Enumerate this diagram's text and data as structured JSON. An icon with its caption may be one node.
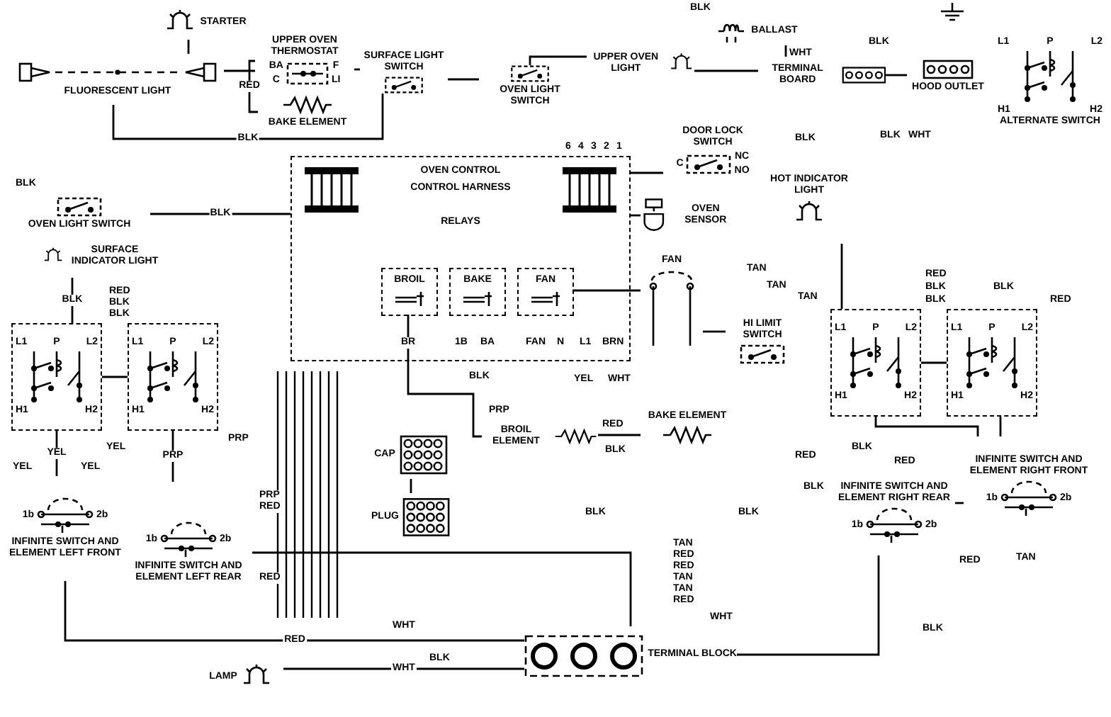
{
  "diagram": {
    "nodes": [
      {
        "text": [
          "FLUORESCENT LIGHT"
        ]
      },
      {
        "text": [
          "STARTER"
        ]
      },
      {
        "text": [
          "UPPER OVEN THERMOSTAT",
          "BA",
          "C",
          "F",
          "LI"
        ]
      },
      {
        "text": [
          "BAKE ELEMENT"
        ]
      },
      {
        "text": [
          "SURFACE LIGHT SWITCH"
        ]
      },
      {
        "text": [
          "OVEN LIGHT SWITCH"
        ]
      },
      {
        "text": [
          "UPPER OVEN LIGHT"
        ]
      },
      {
        "text": [
          "BALLAST"
        ]
      },
      {
        "text": [
          "TERMINAL BOARD"
        ]
      },
      {
        "text": [
          "HOOD OUTLET"
        ]
      },
      {
        "text": [
          "L1",
          "P",
          "L2",
          "H1",
          "H2",
          "ALTERNATE SWITCH"
        ]
      },
      {
        "text": [
          "OVEN CONTROL",
          "CONTROL HARNESS",
          "RELAYS"
        ]
      },
      {
        "text": [
          "BROIL"
        ],
        "in": 11
      },
      {
        "text": [
          "BAKE"
        ],
        "in": 11
      },
      {
        "text": [
          "FAN"
        ],
        "in": 11
      },
      {
        "text": [
          "DOOR LOCK SWITCH",
          "C",
          "NC",
          "NO"
        ]
      },
      {
        "text": [
          "OVEN SENSOR"
        ]
      },
      {
        "text": [
          "HOT INDICATOR LIGHT"
        ]
      },
      {
        "text": [
          "FAN"
        ]
      },
      {
        "text": [
          "HI LIMIT SWITCH"
        ]
      },
      {
        "text": [
          "OVEN LIGHT SWITCH"
        ]
      },
      {
        "text": [
          "SURFACE INDICATOR LIGHT"
        ]
      },
      {
        "text": [
          "L1",
          "P",
          "L2",
          "H1",
          "H2"
        ]
      },
      {
        "text": [
          "L1",
          "P",
          "L2",
          "H1",
          "H2"
        ]
      },
      {
        "text": [
          "L1",
          "P",
          "L2",
          "H1",
          "H2"
        ]
      },
      {
        "text": [
          "L1",
          "P",
          "L2",
          "H1",
          "H2"
        ]
      },
      {
        "text": [
          "BROIL ELEMENT"
        ]
      },
      {
        "text": [
          "BAKE ELEMENT"
        ]
      },
      {
        "text": [
          "CAP"
        ]
      },
      {
        "text": [
          "PLUG"
        ]
      },
      {
        "text": [
          "1b",
          "2b",
          "INFINITE SWITCH AND ELEMENT LEFT FRONT"
        ]
      },
      {
        "text": [
          "1b",
          "2b",
          "INFINITE SWITCH AND ELEMENT LEFT REAR"
        ]
      },
      {
        "text": [
          "INFINITE SWITCH AND ELEMENT RIGHT REAR",
          "1b",
          "2b"
        ]
      },
      {
        "text": [
          "INFINITE SWITCH AND ELEMENT RIGHT FRONT",
          "1b",
          "2b"
        ]
      },
      {
        "text": [
          "TERMINAL BLOCK"
        ]
      },
      {
        "text": [
          "LAMP"
        ]
      }
    ],
    "edges": [
      {
        "from": 0,
        "to": 1,
        "arrow": "none"
      },
      {
        "from": 0,
        "to": 2,
        "arrow": "none"
      },
      {
        "from": 2,
        "to": 4,
        "arrow": "none"
      },
      {
        "from": 4,
        "to": 5,
        "arrow": "none"
      },
      {
        "from": 5,
        "to": 6,
        "arrow": "none"
      },
      {
        "from": 6,
        "to": 8,
        "arrow": "none"
      },
      {
        "from": 7,
        "to": 8,
        "arrow": "none"
      },
      {
        "from": 8,
        "to": 9,
        "arrow": "none"
      },
      {
        "from": 0,
        "to": 4,
        "arrow": "none",
        "label": "BLK"
      },
      {
        "from": 2,
        "to": 3,
        "arrow": "none",
        "label": "RED"
      },
      {
        "from": 20,
        "to": 11,
        "arrow": "none",
        "label": "BLK"
      },
      {
        "from": 21,
        "to": 22,
        "arrow": "none",
        "label": "BLK"
      },
      {
        "from": 22,
        "to": 23,
        "arrow": "none"
      },
      {
        "from": 22,
        "to": 30,
        "arrow": "none",
        "label": "YEL"
      },
      {
        "from": 23,
        "to": 31,
        "arrow": "none",
        "label": "PRP"
      },
      {
        "from": 12,
        "to": 26,
        "arrow": "none"
      },
      {
        "from": 26,
        "to": 27,
        "arrow": "none"
      },
      {
        "from": 18,
        "to": 14,
        "arrow": "none"
      },
      {
        "from": 17,
        "to": 24,
        "arrow": "none"
      },
      {
        "from": 24,
        "to": 25,
        "arrow": "none"
      },
      {
        "from": 24,
        "to": 33,
        "arrow": "none"
      },
      {
        "from": 25,
        "to": 33,
        "arrow": "none"
      },
      {
        "from": 32,
        "to": 33,
        "arrow": "none"
      },
      {
        "from": 35,
        "to": 34,
        "arrow": "none",
        "label": "WHT"
      },
      {
        "from": 30,
        "to": 34,
        "arrow": "none",
        "label": "RED"
      },
      {
        "from": 15,
        "to": 11,
        "arrow": "none"
      },
      {
        "from": 16,
        "to": 11,
        "arrow": "none"
      },
      {
        "from": 19,
        "to": 18,
        "arrow": "none"
      },
      {
        "from": 28,
        "to": 29,
        "arrow": "none"
      },
      {
        "from": 31,
        "to": 34,
        "arrow": "none"
      },
      {
        "from": 32,
        "to": 34,
        "arrow": "none"
      }
    ],
    "labels": [
      "BLK",
      "WHT",
      "BLK",
      "BLK",
      "BLK",
      "WHT",
      "6",
      "4",
      "3",
      "2",
      "1",
      "BLK",
      "RED",
      "BLK",
      "BLK",
      "YEL",
      "PRP",
      "BR",
      "1B",
      "BA",
      "FAN",
      "N",
      "L1",
      "BRN",
      "BLK",
      "PRP",
      "YEL",
      "WHT",
      "RED",
      "BLK",
      "TAN",
      "TAN",
      "TAN",
      "RED",
      "BLK",
      "BLK",
      "BLK",
      "RED",
      "BLK",
      "RED",
      "RED",
      "BLK",
      "BLK",
      "TAN",
      "RED",
      "RED",
      "TAN",
      "TAN",
      "RED",
      "WHT",
      "BLK",
      "BLK",
      "WHT",
      "PRP",
      "RED",
      "RED",
      "YEL",
      "YEL",
      "BLK",
      "RED",
      "TAN"
    ]
  }
}
